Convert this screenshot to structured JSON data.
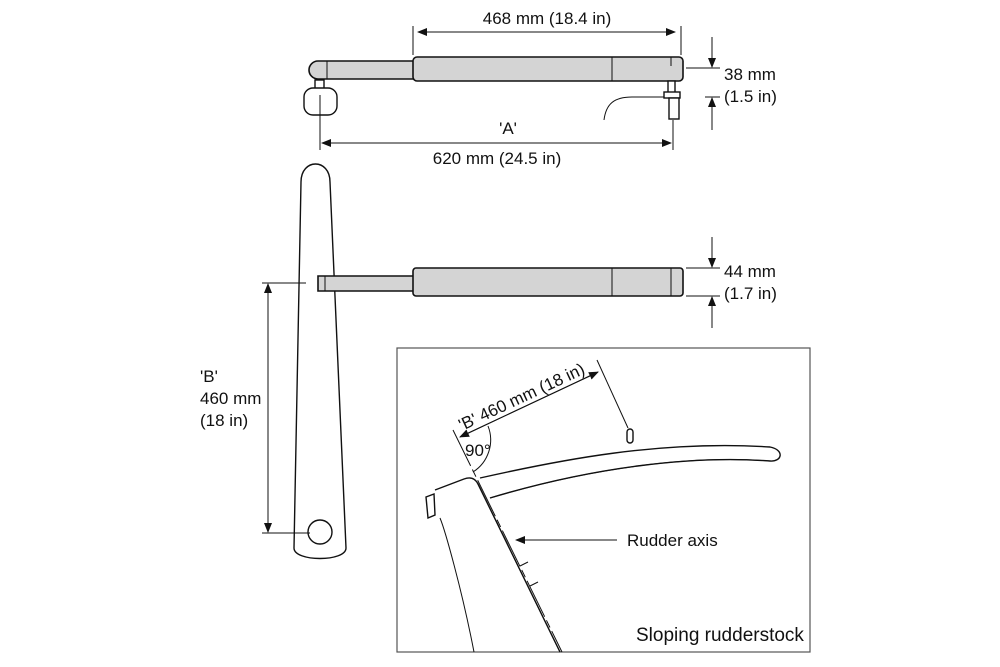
{
  "top_view": {
    "cylinder_length": "468 mm (18.4 in)",
    "height_mm": "38 mm",
    "height_in": "(1.5 in)",
    "dimension_a_label": "'A'",
    "dimension_a_value": "620 mm (24.5 in)"
  },
  "side_view": {
    "height_mm": "44 mm",
    "height_in": "(1.7 in)",
    "dimension_b_label": "'B'",
    "dimension_b_mm": "460 mm",
    "dimension_b_in": "(18 in)"
  },
  "inset": {
    "dimension_label": "'B' 460 mm (18 in)",
    "angle_label": "90°",
    "axis_label": "Rudder axis",
    "caption": "Sloping rudderstock"
  }
}
